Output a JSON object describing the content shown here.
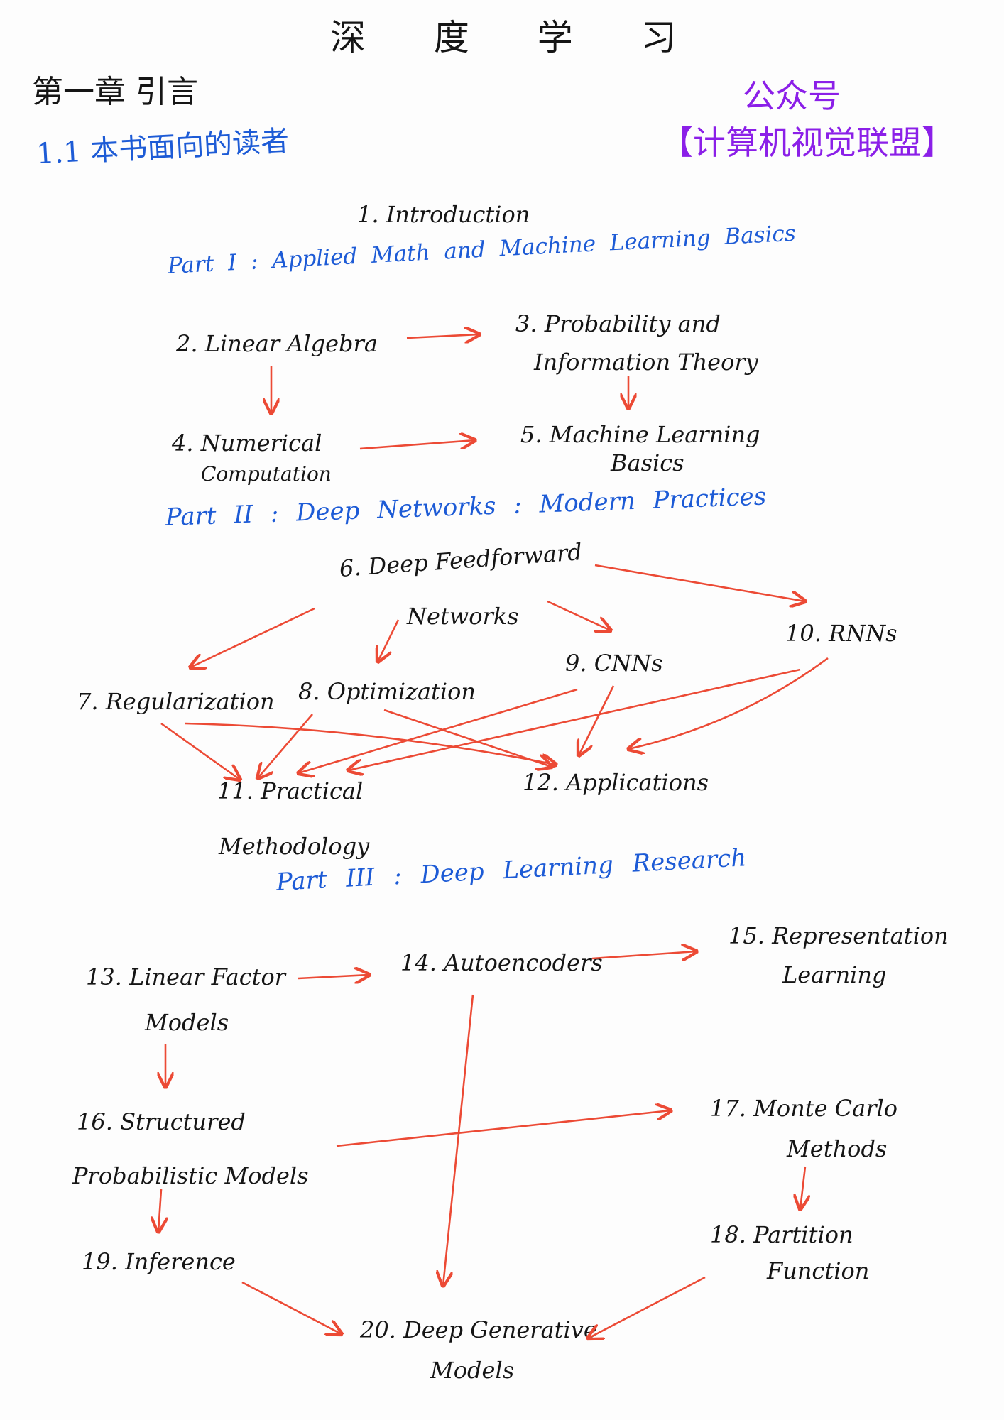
{
  "header": {
    "title": "深 度 学 习",
    "chapter": "第一章 引言",
    "section": "1.1 本书面向的读者",
    "watermark_line1": "公众号",
    "watermark_line2": "【计算机视觉联盟】"
  },
  "chapters": {
    "c1": "1. Introduction",
    "c2": "2. Linear Algebra",
    "c3a": "3. Probability and",
    "c3b": "Information Theory",
    "c4a": "4. Numerical",
    "c4b": "Computation",
    "c5a": "5. Machine Learning",
    "c5b": "Basics",
    "c6a": "6. Deep Feedforward",
    "c6b": "Networks",
    "c7": "7. Regularization",
    "c8": "8. Optimization",
    "c9": "9. CNNs",
    "c10": "10. RNNs",
    "c11a": "11. Practical",
    "c11b": "Methodology",
    "c12": "12. Applications",
    "c13a": "13. Linear Factor",
    "c13b": "Models",
    "c14": "14. Autoencoders",
    "c15a": "15. Representation",
    "c15b": "Learning",
    "c16a": "16. Structured",
    "c16b": "Probabilistic Models",
    "c17a": "17. Monte Carlo",
    "c17b": "Methods",
    "c18a": "18. Partition",
    "c18b": "Function",
    "c19": "19. Inference",
    "c20a": "20. Deep Generative",
    "c20b": "Models"
  },
  "parts": {
    "p1": "Part I :  Applied  Math  and  Machine  Learning  Basics",
    "p2": "Part II :  Deep  Networks :  Modern  Practices",
    "p3": "Part III :  Deep  Learning  Research"
  },
  "colors": {
    "ink": "#151515",
    "blue": "#1d5bd6",
    "arrow": "#ec4a35",
    "watermark": "#8b1fe8"
  }
}
